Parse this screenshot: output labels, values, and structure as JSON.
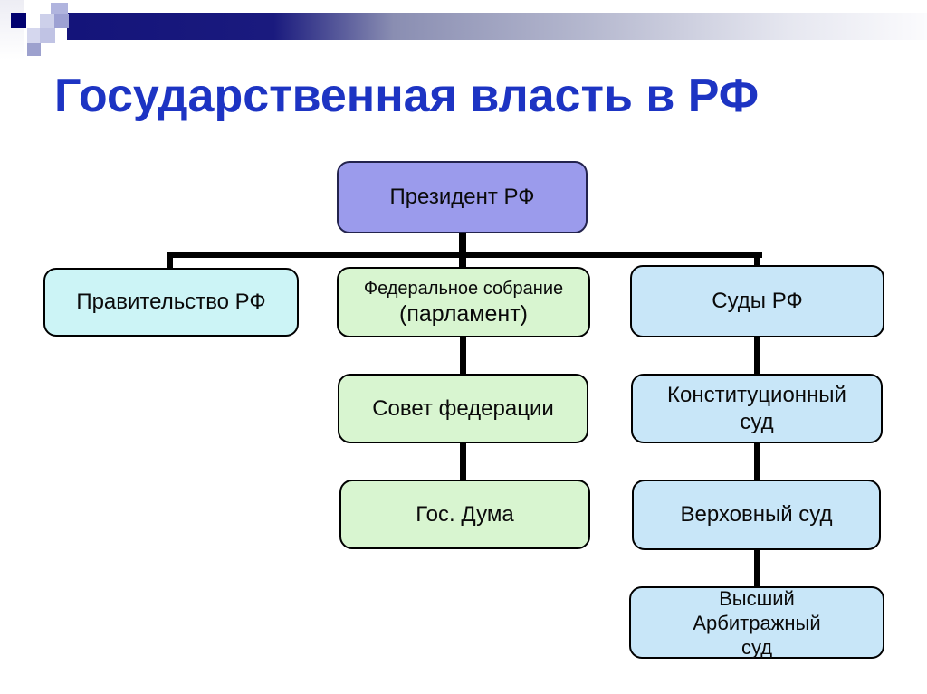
{
  "slide": {
    "title": "Государственная власть в РФ"
  },
  "colors": {
    "title_text": "#1d34c3",
    "header_bar_navy": "#14147a",
    "connector": "#000000",
    "president_fill": "#9b9bec",
    "government_fill": "#ccf4f6",
    "assembly_fill": "#d8f5d0",
    "courts_fill": "#c8e6f8"
  },
  "diagram": {
    "nodes": [
      {
        "id": "president",
        "label": "Президент РФ"
      },
      {
        "id": "government",
        "label": "Правительство РФ"
      },
      {
        "id": "federal-assembly",
        "label_top": "Федеральное собрание",
        "label_bottom": "(парламент)"
      },
      {
        "id": "courts",
        "label": "Суды РФ"
      },
      {
        "id": "federation-council",
        "label": "Совет федерации"
      },
      {
        "id": "state-duma",
        "label": "Гос. Дума"
      },
      {
        "id": "constitutional-court",
        "label": "Конституционный\nсуд"
      },
      {
        "id": "supreme-court",
        "label": "Верховный суд"
      },
      {
        "id": "arbitration-court",
        "label": "Высший\nАрбитражный\nсуд"
      }
    ]
  }
}
